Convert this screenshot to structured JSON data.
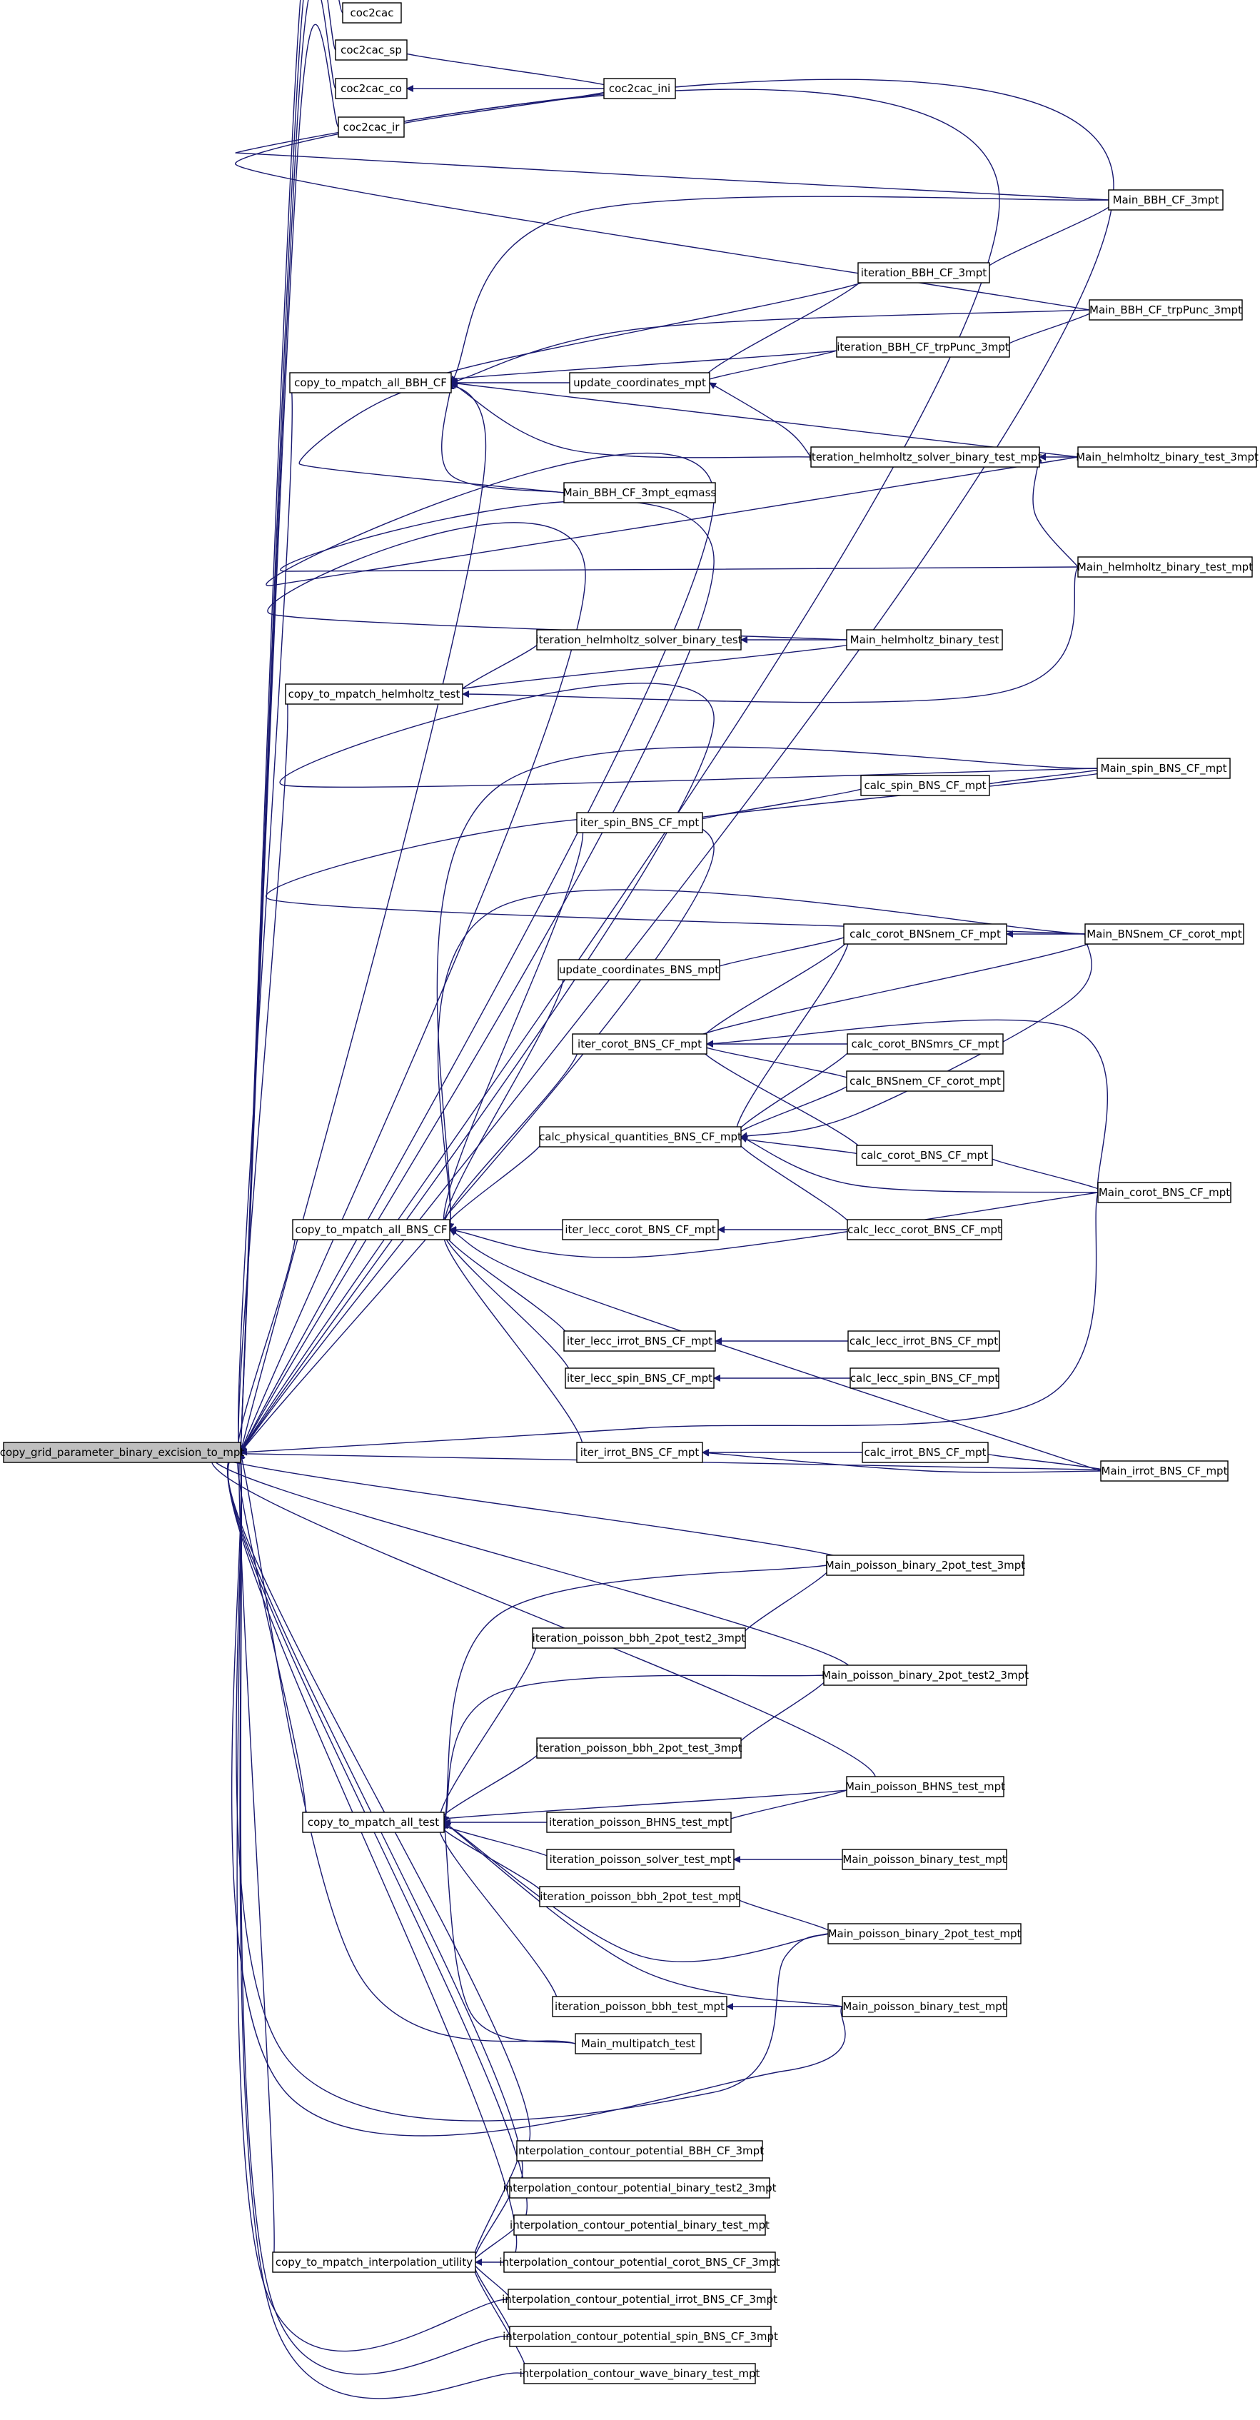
{
  "root": "copy_grid_parameter_binary_excision_to_mpt",
  "nodes": [
    {
      "id": "root",
      "label": "copy_grid_parameter_binary_excision_to_mpt"
    },
    {
      "id": "coc2cac",
      "label": "coc2cac"
    },
    {
      "id": "coc2cac_sp",
      "label": "coc2cac_sp"
    },
    {
      "id": "coc2cac_co",
      "label": "coc2cac_co"
    },
    {
      "id": "coc2cac_ir",
      "label": "coc2cac_ir"
    },
    {
      "id": "coc2cac_ini",
      "label": "coc2cac_ini"
    },
    {
      "id": "main_bbh_cf_3mpt",
      "label": "Main_BBH_CF_3mpt"
    },
    {
      "id": "iteration_bbh_cf_3mpt",
      "label": "iteration_BBH_CF_3mpt"
    },
    {
      "id": "main_bbh_cf_trppunc_3mpt",
      "label": "Main_BBH_CF_trpPunc_3mpt"
    },
    {
      "id": "iteration_bbh_cf_trppunc_3mpt",
      "label": "iteration_BBH_CF_trpPunc_3mpt"
    },
    {
      "id": "copy_to_mpatch_all_bbh_cf",
      "label": "copy_to_mpatch_all_BBH_CF"
    },
    {
      "id": "update_coordinates_mpt",
      "label": "update_coordinates_mpt"
    },
    {
      "id": "iteration_helmholtz_solver_binary_test_mpt",
      "label": "iteration_helmholtz_solver_binary_test_mpt"
    },
    {
      "id": "main_helmholtz_binary_test_3mpt",
      "label": "Main_helmholtz_binary_test_3mpt"
    },
    {
      "id": "main_bbh_cf_3mpt_eqmass",
      "label": "Main_BBH_CF_3mpt_eqmass"
    },
    {
      "id": "main_helmholtz_binary_test_mpt",
      "label": "Main_helmholtz_binary_test_mpt"
    },
    {
      "id": "iteration_helmholtz_solver_binary_test",
      "label": "iteration_helmholtz_solver_binary_test"
    },
    {
      "id": "main_helmholtz_binary_test",
      "label": "Main_helmholtz_binary_test"
    },
    {
      "id": "copy_to_mpatch_helmholtz_test",
      "label": "copy_to_mpatch_helmholtz_test"
    },
    {
      "id": "main_spin_bns_cf_mpt",
      "label": "Main_spin_BNS_CF_mpt"
    },
    {
      "id": "calc_spin_bns_cf_mpt",
      "label": "calc_spin_BNS_CF_mpt"
    },
    {
      "id": "iter_spin_bns_cf_mpt",
      "label": "iter_spin_BNS_CF_mpt"
    },
    {
      "id": "calc_corot_bnsnem_cf_mpt",
      "label": "calc_corot_BNSnem_CF_mpt"
    },
    {
      "id": "main_bnsnem_cf_corot_mpt",
      "label": "Main_BNSnem_CF_corot_mpt"
    },
    {
      "id": "update_coordinates_bns_mpt",
      "label": "update_coordinates_BNS_mpt"
    },
    {
      "id": "iter_corot_bns_cf_mpt",
      "label": "iter_corot_BNS_CF_mpt"
    },
    {
      "id": "calc_corot_bnsmrs_cf_mpt",
      "label": "calc_corot_BNSmrs_CF_mpt"
    },
    {
      "id": "calc_bnsnem_cf_corot_mpt",
      "label": "calc_BNSnem_CF_corot_mpt"
    },
    {
      "id": "calc_physical_quantities_bns_cf_mpt",
      "label": "calc_physical_quantities_BNS_CF_mpt"
    },
    {
      "id": "calc_corot_bns_cf_mpt",
      "label": "calc_corot_BNS_CF_mpt"
    },
    {
      "id": "main_corot_bns_cf_mpt",
      "label": "Main_corot_BNS_CF_mpt"
    },
    {
      "id": "copy_to_mpatch_all_bns_cf",
      "label": "copy_to_mpatch_all_BNS_CF"
    },
    {
      "id": "iter_lecc_corot_bns_cf_mpt",
      "label": "iter_lecc_corot_BNS_CF_mpt"
    },
    {
      "id": "calc_lecc_corot_bns_cf_mpt",
      "label": "calc_lecc_corot_BNS_CF_mpt"
    },
    {
      "id": "iter_lecc_irrot_bns_cf_mpt",
      "label": "iter_lecc_irrot_BNS_CF_mpt"
    },
    {
      "id": "calc_lecc_irrot_bns_cf_mpt",
      "label": "calc_lecc_irrot_BNS_CF_mpt"
    },
    {
      "id": "iter_lecc_spin_bns_cf_mpt",
      "label": "iter_lecc_spin_BNS_CF_mpt"
    },
    {
      "id": "calc_lecc_spin_bns_cf_mpt",
      "label": "calc_lecc_spin_BNS_CF_mpt"
    },
    {
      "id": "iter_irrot_bns_cf_mpt",
      "label": "iter_irrot_BNS_CF_mpt"
    },
    {
      "id": "calc_irrot_bns_cf_mpt",
      "label": "calc_irrot_BNS_CF_mpt"
    },
    {
      "id": "main_irrot_bns_cf_mpt",
      "label": "Main_irrot_BNS_CF_mpt"
    },
    {
      "id": "main_poisson_binary_2pot_test_3mpt",
      "label": "Main_poisson_binary_2pot_test_3mpt"
    },
    {
      "id": "iteration_poisson_bbh_2pot_test2_3mpt",
      "label": "iteration_poisson_bbh_2pot_test2_3mpt"
    },
    {
      "id": "main_poisson_binary_2pot_test2_3mpt",
      "label": "Main_poisson_binary_2pot_test2_3mpt"
    },
    {
      "id": "iteration_poisson_bbh_2pot_test_3mpt",
      "label": "iteration_poisson_bbh_2pot_test_3mpt"
    },
    {
      "id": "main_poisson_bhns_test_mpt",
      "label": "Main_poisson_BHNS_test_mpt"
    },
    {
      "id": "copy_to_mpatch_all_test",
      "label": "copy_to_mpatch_all_test"
    },
    {
      "id": "iteration_poisson_bhns_test_mpt",
      "label": "iteration_poisson_BHNS_test_mpt"
    },
    {
      "id": "iteration_poisson_solver_test_mpt",
      "label": "iteration_poisson_solver_test_mpt"
    },
    {
      "id": "main_poisson_binary_test_mpt_a",
      "label": "Main_poisson_binary_test_mpt"
    },
    {
      "id": "iteration_poisson_bbh_2pot_test_mpt",
      "label": "iteration_poisson_bbh_2pot_test_mpt"
    },
    {
      "id": "main_poisson_binary_2pot_test_mpt",
      "label": "Main_poisson_binary_2pot_test_mpt"
    },
    {
      "id": "iteration_poisson_bbh_test_mpt",
      "label": "iteration_poisson_bbh_test_mpt"
    },
    {
      "id": "main_poisson_binary_test_mpt_b",
      "label": "Main_poisson_binary_test_mpt"
    },
    {
      "id": "main_multipatch_test",
      "label": "Main_multipatch_test"
    },
    {
      "id": "interp_bbh_cf_3mpt",
      "label": "interpolation_contour_potential_BBH_CF_3mpt"
    },
    {
      "id": "interp_binary_test2_3mpt",
      "label": "interpolation_contour_potential_binary_test2_3mpt"
    },
    {
      "id": "interp_binary_test_mpt",
      "label": "interpolation_contour_potential_binary_test_mpt"
    },
    {
      "id": "copy_to_mpatch_interpolation_utility",
      "label": "copy_to_mpatch_interpolation_utility"
    },
    {
      "id": "interp_corot_bns_cf_3mpt",
      "label": "interpolation_contour_potential_corot_BNS_CF_3mpt"
    },
    {
      "id": "interp_irrot_bns_cf_3mpt",
      "label": "interpolation_contour_potential_irrot_BNS_CF_3mpt"
    },
    {
      "id": "interp_spin_bns_cf_3mpt",
      "label": "interpolation_contour_potential_spin_BNS_CF_3mpt"
    },
    {
      "id": "interp_wave_binary_test_mpt",
      "label": "interpolation_contour_wave_binary_test_mpt"
    }
  ],
  "edges": [
    [
      "coc2cac",
      "root"
    ],
    [
      "coc2cac_sp",
      "root"
    ],
    [
      "coc2cac_co",
      "root"
    ],
    [
      "coc2cac_ir",
      "root"
    ],
    [
      "coc2cac_ini",
      "coc2cac_sp"
    ],
    [
      "coc2cac_ini",
      "coc2cac_co"
    ],
    [
      "coc2cac_ini",
      "coc2cac_ir"
    ],
    [
      "main_bbh_cf_3mpt",
      "root"
    ],
    [
      "main_bbh_cf_trppunc_3mpt",
      "root"
    ],
    [
      "copy_to_mpatch_all_bbh_cf",
      "root"
    ],
    [
      "main_bbh_cf_3mpt",
      "copy_to_mpatch_all_bbh_cf"
    ],
    [
      "iteration_bbh_cf_3mpt",
      "copy_to_mpatch_all_bbh_cf"
    ],
    [
      "main_bbh_cf_trppunc_3mpt",
      "copy_to_mpatch_all_bbh_cf"
    ],
    [
      "iteration_bbh_cf_trppunc_3mpt",
      "copy_to_mpatch_all_bbh_cf"
    ],
    [
      "update_coordinates_mpt",
      "copy_to_mpatch_all_bbh_cf"
    ],
    [
      "main_helmholtz_binary_test_3mpt",
      "copy_to_mpatch_all_bbh_cf"
    ],
    [
      "iteration_helmholtz_solver_binary_test_mpt",
      "copy_to_mpatch_all_bbh_cf"
    ],
    [
      "main_bbh_cf_3mpt_eqmass",
      "copy_to_mpatch_all_bbh_cf"
    ],
    [
      "main_bbh_cf_3mpt",
      "iteration_bbh_cf_3mpt"
    ],
    [
      "main_bbh_cf_trppunc_3mpt",
      "iteration_bbh_cf_trppunc_3mpt"
    ],
    [
      "iteration_bbh_cf_3mpt",
      "update_coordinates_mpt"
    ],
    [
      "iteration_bbh_cf_trppunc_3mpt",
      "update_coordinates_mpt"
    ],
    [
      "iteration_helmholtz_solver_binary_test_mpt",
      "update_coordinates_mpt"
    ],
    [
      "main_helmholtz_binary_test_3mpt",
      "iteration_helmholtz_solver_binary_test_mpt"
    ],
    [
      "main_helmholtz_binary_test_mpt",
      "iteration_helmholtz_solver_binary_test_mpt"
    ],
    [
      "main_bbh_cf_3mpt_eqmass",
      "root"
    ],
    [
      "main_helmholtz_binary_test_3mpt",
      "root"
    ],
    [
      "main_helmholtz_binary_test_mpt",
      "root"
    ],
    [
      "main_helmholtz_binary_test",
      "root"
    ],
    [
      "copy_to_mpatch_helmholtz_test",
      "root"
    ],
    [
      "iteration_helmholtz_solver_binary_test",
      "copy_to_mpatch_helmholtz_test"
    ],
    [
      "main_helmholtz_binary_test",
      "copy_to_mpatch_helmholtz_test"
    ],
    [
      "main_helmholtz_binary_test_mpt",
      "copy_to_mpatch_helmholtz_test"
    ],
    [
      "main_helmholtz_binary_test",
      "iteration_helmholtz_solver_binary_test"
    ],
    [
      "main_spin_bns_cf_mpt",
      "root"
    ],
    [
      "main_bnsnem_cf_corot_mpt",
      "root"
    ],
    [
      "copy_to_mpatch_all_bns_cf",
      "root"
    ],
    [
      "main_spin_bns_cf_mpt",
      "calc_spin_bns_cf_mpt"
    ],
    [
      "calc_spin_bns_cf_mpt",
      "iter_spin_bns_cf_mpt"
    ],
    [
      "main_spin_bns_cf_mpt",
      "iter_spin_bns_cf_mpt"
    ],
    [
      "iter_spin_bns_cf_mpt",
      "copy_to_mpatch_all_bns_cf"
    ],
    [
      "main_spin_bns_cf_mpt",
      "copy_to_mpatch_all_bns_cf"
    ],
    [
      "main_bnsnem_cf_corot_mpt",
      "copy_to_mpatch_all_bns_cf"
    ],
    [
      "main_bnsnem_cf_corot_mpt",
      "calc_corot_bnsnem_cf_mpt"
    ],
    [
      "calc_corot_bnsnem_cf_mpt",
      "update_coordinates_bns_mpt"
    ],
    [
      "calc_corot_bnsnem_cf_mpt",
      "iter_corot_bns_cf_mpt"
    ],
    [
      "main_bnsnem_cf_corot_mpt",
      "iter_corot_bns_cf_mpt"
    ],
    [
      "calc_corot_bnsmrs_cf_mpt",
      "iter_corot_bns_cf_mpt"
    ],
    [
      "calc_bnsnem_cf_corot_mpt",
      "iter_corot_bns_cf_mpt"
    ],
    [
      "calc_corot_bns_cf_mpt",
      "iter_corot_bns_cf_mpt"
    ],
    [
      "main_corot_bns_cf_mpt",
      "iter_corot_bns_cf_mpt"
    ],
    [
      "calc_corot_bnsnem_cf_mpt",
      "calc_physical_quantities_bns_cf_mpt"
    ],
    [
      "calc_corot_bnsmrs_cf_mpt",
      "calc_physical_quantities_bns_cf_mpt"
    ],
    [
      "calc_bnsnem_cf_corot_mpt",
      "calc_physical_quantities_bns_cf_mpt"
    ],
    [
      "calc_corot_bns_cf_mpt",
      "calc_physical_quantities_bns_cf_mpt"
    ],
    [
      "main_bnsnem_cf_corot_mpt",
      "calc_physical_quantities_bns_cf_mpt"
    ],
    [
      "main_corot_bns_cf_mpt",
      "calc_physical_quantities_bns_cf_mpt"
    ],
    [
      "calc_lecc_corot_bns_cf_mpt",
      "calc_physical_quantities_bns_cf_mpt"
    ],
    [
      "main_corot_bns_cf_mpt",
      "calc_corot_bns_cf_mpt"
    ],
    [
      "update_coordinates_bns_mpt",
      "copy_to_mpatch_all_bns_cf"
    ],
    [
      "iter_corot_bns_cf_mpt",
      "copy_to_mpatch_all_bns_cf"
    ],
    [
      "calc_physical_quantities_bns_cf_mpt",
      "copy_to_mpatch_all_bns_cf"
    ],
    [
      "iter_lecc_corot_bns_cf_mpt",
      "copy_to_mpatch_all_bns_cf"
    ],
    [
      "main_corot_bns_cf_mpt",
      "copy_to_mpatch_all_bns_cf"
    ],
    [
      "main_irrot_bns_cf_mpt",
      "copy_to_mpatch_all_bns_cf"
    ],
    [
      "iter_lecc_irrot_bns_cf_mpt",
      "copy_to_mpatch_all_bns_cf"
    ],
    [
      "iter_lecc_spin_bns_cf_mpt",
      "copy_to_mpatch_all_bns_cf"
    ],
    [
      "iter_irrot_bns_cf_mpt",
      "copy_to_mpatch_all_bns_cf"
    ],
    [
      "calc_lecc_corot_bns_cf_mpt",
      "iter_lecc_corot_bns_cf_mpt"
    ],
    [
      "calc_lecc_irrot_bns_cf_mpt",
      "iter_lecc_irrot_bns_cf_mpt"
    ],
    [
      "calc_lecc_spin_bns_cf_mpt",
      "iter_lecc_spin_bns_cf_mpt"
    ],
    [
      "calc_irrot_bns_cf_mpt",
      "iter_irrot_bns_cf_mpt"
    ],
    [
      "main_irrot_bns_cf_mpt",
      "iter_irrot_bns_cf_mpt"
    ],
    [
      "main_irrot_bns_cf_mpt",
      "calc_irrot_bns_cf_mpt"
    ],
    [
      "main_corot_bns_cf_mpt",
      "root"
    ],
    [
      "main_irrot_bns_cf_mpt",
      "root"
    ],
    [
      "main_poisson_binary_2pot_test_3mpt",
      "root"
    ],
    [
      "main_poisson_binary_2pot_test2_3mpt",
      "root"
    ],
    [
      "main_poisson_bhns_test_mpt",
      "root"
    ],
    [
      "copy_to_mpatch_all_test",
      "root"
    ],
    [
      "main_poisson_binary_2pot_test_3mpt",
      "iteration_poisson_bbh_2pot_test2_3mpt"
    ],
    [
      "main_poisson_binary_2pot_test2_3mpt",
      "iteration_poisson_bbh_2pot_test_3mpt"
    ],
    [
      "main_poisson_binary_2pot_test_3mpt",
      "copy_to_mpatch_all_test"
    ],
    [
      "iteration_poisson_bbh_2pot_test2_3mpt",
      "copy_to_mpatch_all_test"
    ],
    [
      "main_poisson_binary_2pot_test2_3mpt",
      "copy_to_mpatch_all_test"
    ],
    [
      "iteration_poisson_bbh_2pot_test_3mpt",
      "copy_to_mpatch_all_test"
    ],
    [
      "main_poisson_bhns_test_mpt",
      "copy_to_mpatch_all_test"
    ],
    [
      "iteration_poisson_bhns_test_mpt",
      "copy_to_mpatch_all_test"
    ],
    [
      "iteration_poisson_solver_test_mpt",
      "copy_to_mpatch_all_test"
    ],
    [
      "iteration_poisson_bbh_2pot_test_mpt",
      "copy_to_mpatch_all_test"
    ],
    [
      "main_poisson_binary_2pot_test_mpt",
      "copy_to_mpatch_all_test"
    ],
    [
      "main_poisson_binary_test_mpt_b",
      "copy_to_mpatch_all_test"
    ],
    [
      "iteration_poisson_bbh_test_mpt",
      "copy_to_mpatch_all_test"
    ],
    [
      "main_multipatch_test",
      "copy_to_mpatch_all_test"
    ],
    [
      "main_poisson_bhns_test_mpt",
      "iteration_poisson_bhns_test_mpt"
    ],
    [
      "main_poisson_binary_test_mpt_a",
      "iteration_poisson_solver_test_mpt"
    ],
    [
      "main_poisson_binary_2pot_test_mpt",
      "iteration_poisson_bbh_2pot_test_mpt"
    ],
    [
      "main_poisson_binary_test_mpt_b",
      "iteration_poisson_bbh_test_mpt"
    ],
    [
      "main_multipatch_test",
      "root"
    ],
    [
      "main_poisson_binary_2pot_test_mpt",
      "root"
    ],
    [
      "main_poisson_binary_test_mpt_b",
      "root"
    ],
    [
      "interp_bbh_cf_3mpt",
      "root"
    ],
    [
      "interp_binary_test2_3mpt",
      "root"
    ],
    [
      "interp_binary_test_mpt",
      "root"
    ],
    [
      "copy_to_mpatch_interpolation_utility",
      "root"
    ],
    [
      "interp_corot_bns_cf_3mpt",
      "root"
    ],
    [
      "interp_irrot_bns_cf_3mpt",
      "root"
    ],
    [
      "interp_spin_bns_cf_3mpt",
      "root"
    ],
    [
      "interp_wave_binary_test_mpt",
      "root"
    ],
    [
      "interp_bbh_cf_3mpt",
      "copy_to_mpatch_interpolation_utility"
    ],
    [
      "interp_binary_test2_3mpt",
      "copy_to_mpatch_interpolation_utility"
    ],
    [
      "interp_binary_test_mpt",
      "copy_to_mpatch_interpolation_utility"
    ],
    [
      "interp_corot_bns_cf_3mpt",
      "copy_to_mpatch_interpolation_utility"
    ],
    [
      "interp_irrot_bns_cf_3mpt",
      "copy_to_mpatch_interpolation_utility"
    ],
    [
      "interp_spin_bns_cf_3mpt",
      "copy_to_mpatch_interpolation_utility"
    ],
    [
      "interp_wave_binary_test_mpt",
      "copy_to_mpatch_interpolation_utility"
    ]
  ],
  "colors": {
    "edge": "#191970",
    "node_border": "#000000",
    "root_fill": "#bfbfbf",
    "node_fill": "#ffffff"
  }
}
